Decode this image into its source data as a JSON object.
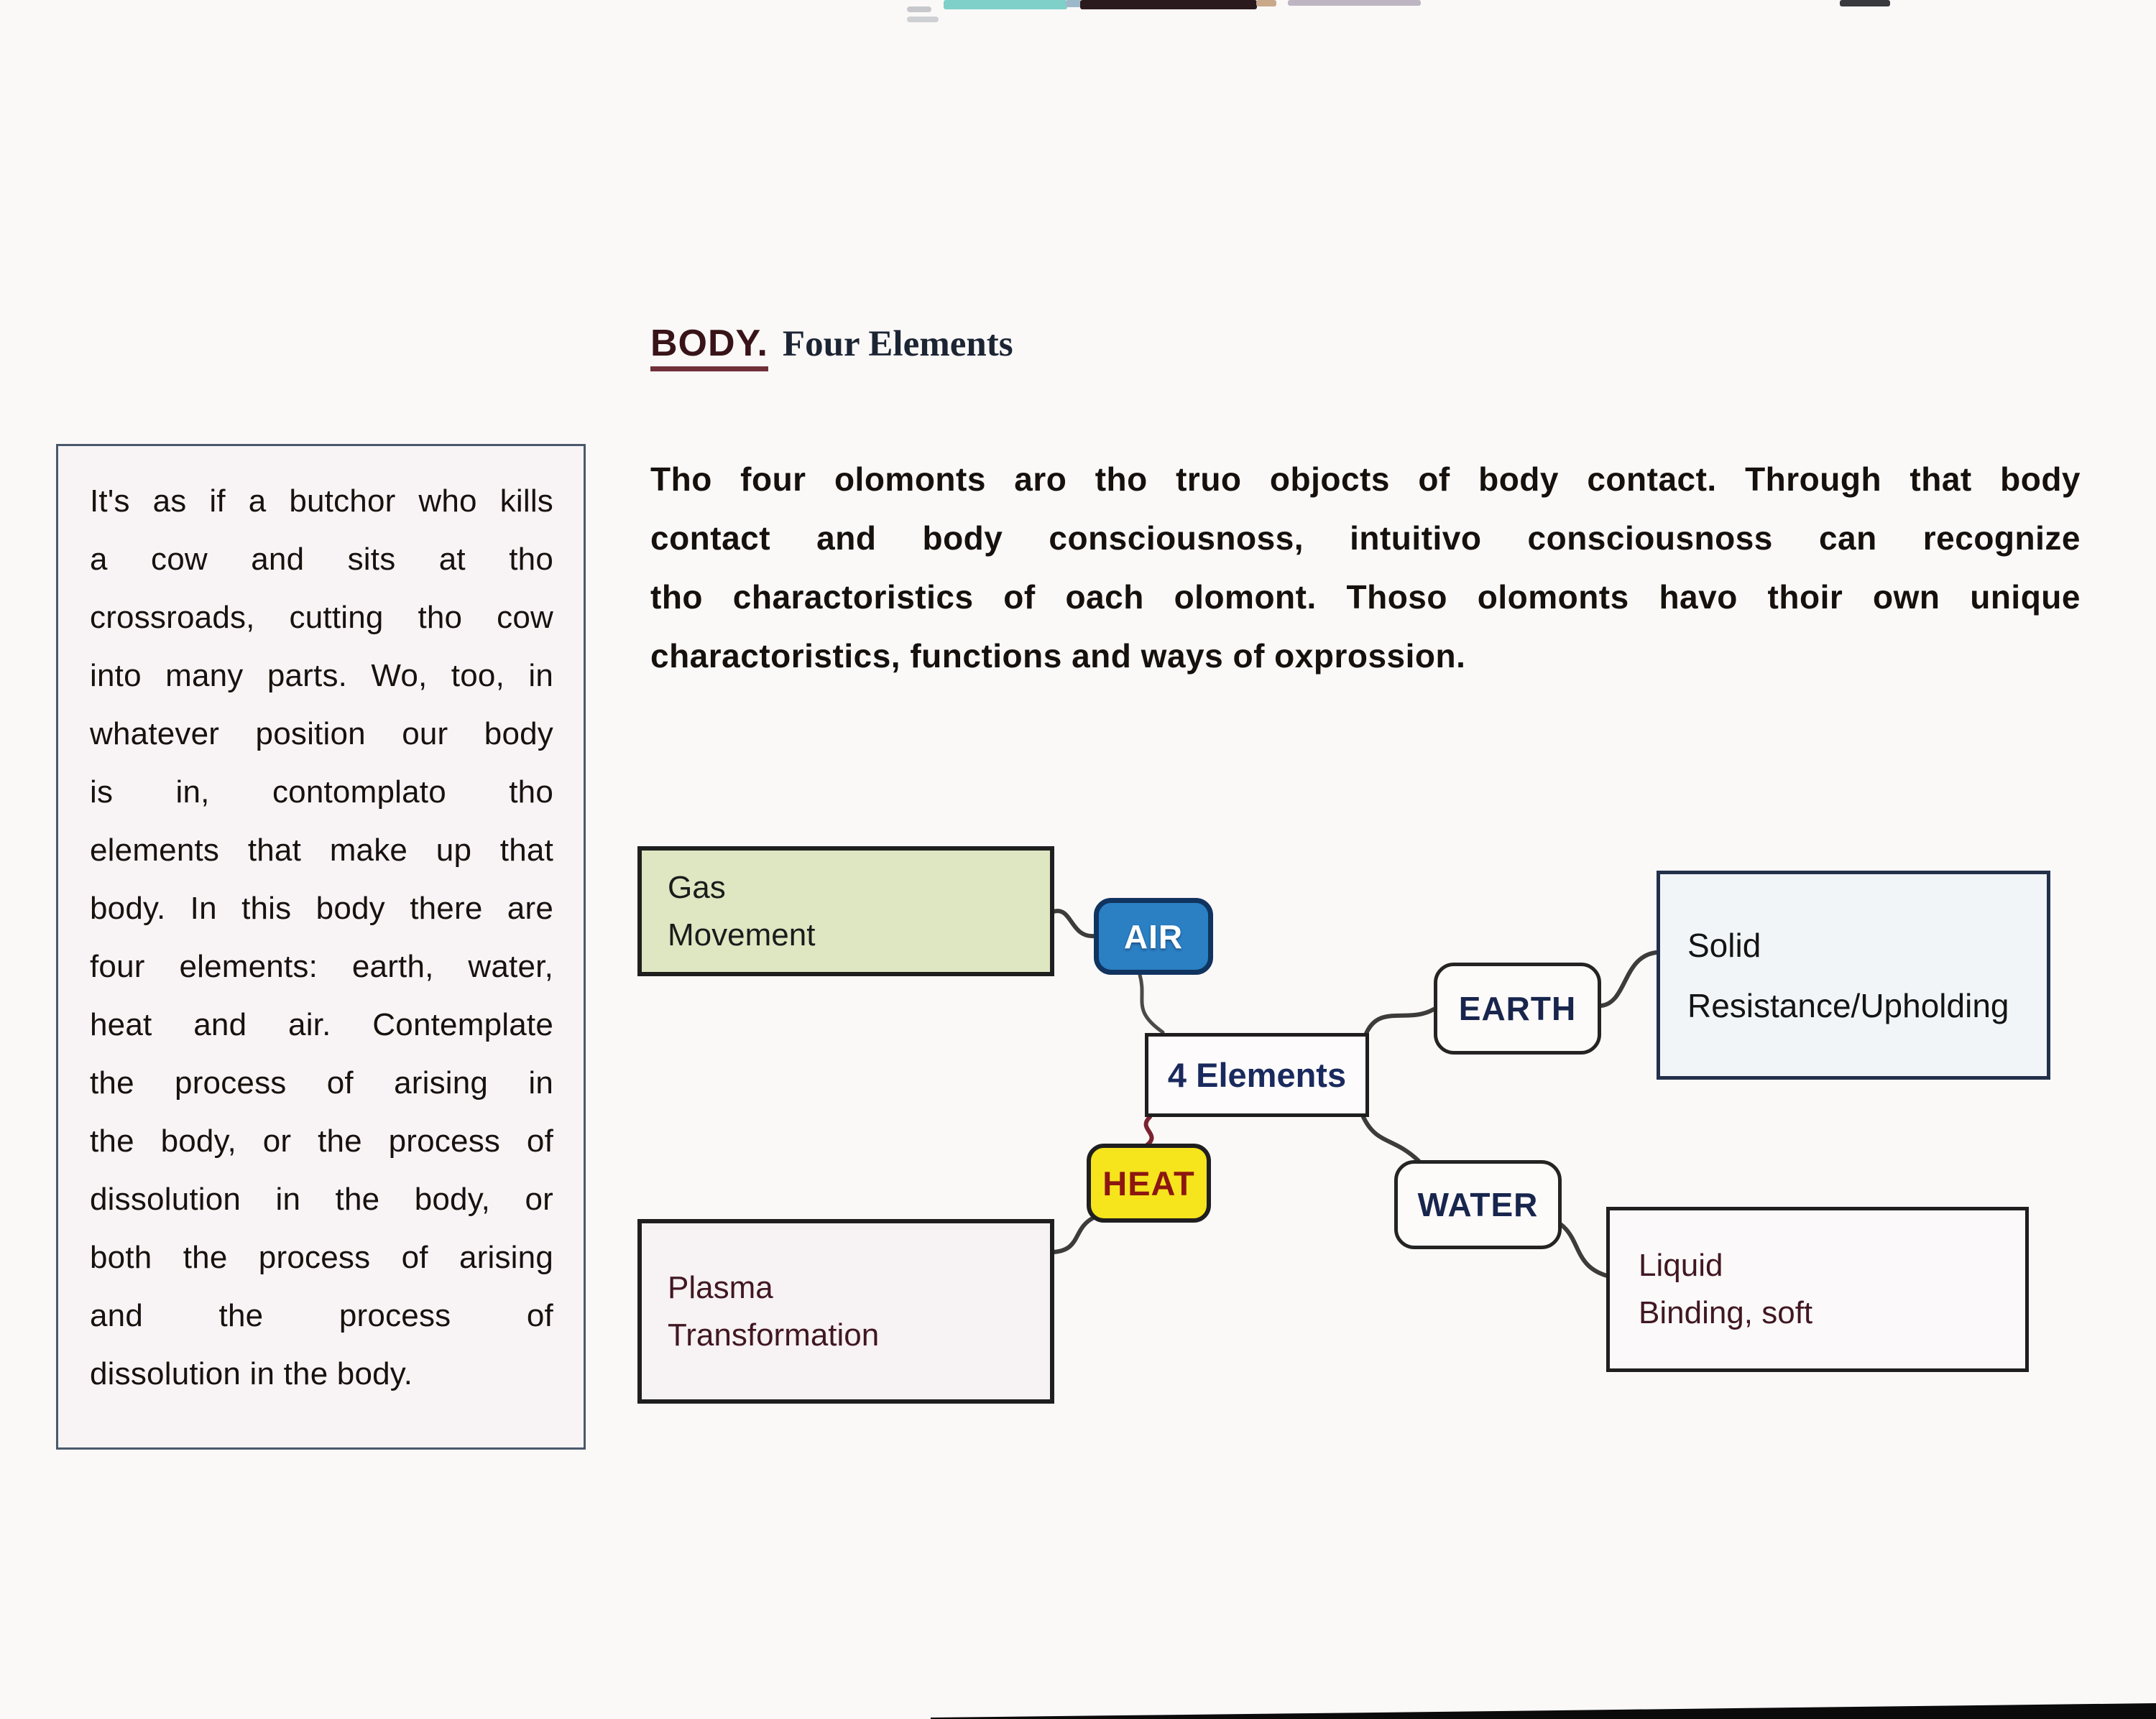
{
  "title": {
    "keyword": "BODY.",
    "rest": "Four Elements"
  },
  "intro_paragraph": {
    "lines": [
      "Tho four olomonts aro tho truo objocts of body contact. Through that body",
      "contact and body consciousnoss, intuitivo consciousnoss can recognize",
      "tho charactoristics of oach olomont. Thoso olomonts havo thoir own unique",
      "charactoristics, functions and ways of oxprossion."
    ]
  },
  "quote_box": {
    "lines": [
      "It's as if a butchor who kills",
      "a cow and sits at tho",
      "crossroads, cutting tho cow",
      "into many parts. Wo, too, in",
      "whatever position our body",
      "is in, contomplato tho",
      "elements that make up that",
      "body. In this body there are",
      "four elements: earth, water,",
      "heat and air. Contemplate",
      "the process of arising in",
      "the body, or the process of",
      "dissolution in the body, or",
      "both the process of arising",
      "and the process of",
      "dissolution in the body."
    ]
  },
  "diagram": {
    "center_label": "4 Elements",
    "nodes": {
      "air": {
        "label": "AIR",
        "fill": "#2b7fc3",
        "border": "#10345f",
        "text_color": "#ffffff"
      },
      "earth": {
        "label": "EARTH",
        "fill": "#fdfbfa",
        "border": "#242424",
        "text_color": "#18264e"
      },
      "heat": {
        "label": "HEAT",
        "fill": "#f6e41c",
        "border": "#1f1f1f",
        "text_color": "#8c1710"
      },
      "water": {
        "label": "WATER",
        "fill": "#fdfbfa",
        "border": "#242424",
        "text_color": "#18264e"
      }
    },
    "callouts": {
      "gas": {
        "line1": "Gas",
        "line2": "Movement",
        "fill": "#dee6c2",
        "text_color": "#1b1b1b"
      },
      "solid": {
        "line1": "Solid",
        "line2": "Resistance/Upholding",
        "fill": "#f1f5f8",
        "text_color": "#141414"
      },
      "plasma": {
        "line1": "Plasma",
        "line2": "Transformation",
        "fill": "#f7f2f4",
        "text_color": "#401722"
      },
      "liquid": {
        "line1": "Liquid",
        "line2": "Binding, soft",
        "fill": "#fbf9f9",
        "text_color": "#401722"
      }
    },
    "connector_colors": {
      "default": "#3c3c3a",
      "heat_link": "#7a2230"
    }
  }
}
